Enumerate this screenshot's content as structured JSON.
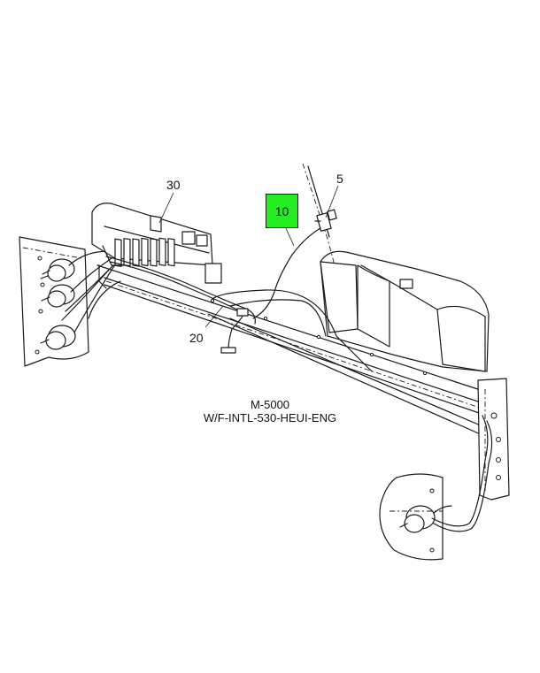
{
  "callouts": {
    "item_30": "30",
    "item_5": "5",
    "item_10": "10",
    "item_20": "20"
  },
  "caption": {
    "model": "M-5000",
    "engine": "W/F-INTL-530-HEUI-ENG"
  },
  "colors": {
    "highlight": "#22ee22",
    "line": "#1a1a1a",
    "background": "#ffffff"
  }
}
